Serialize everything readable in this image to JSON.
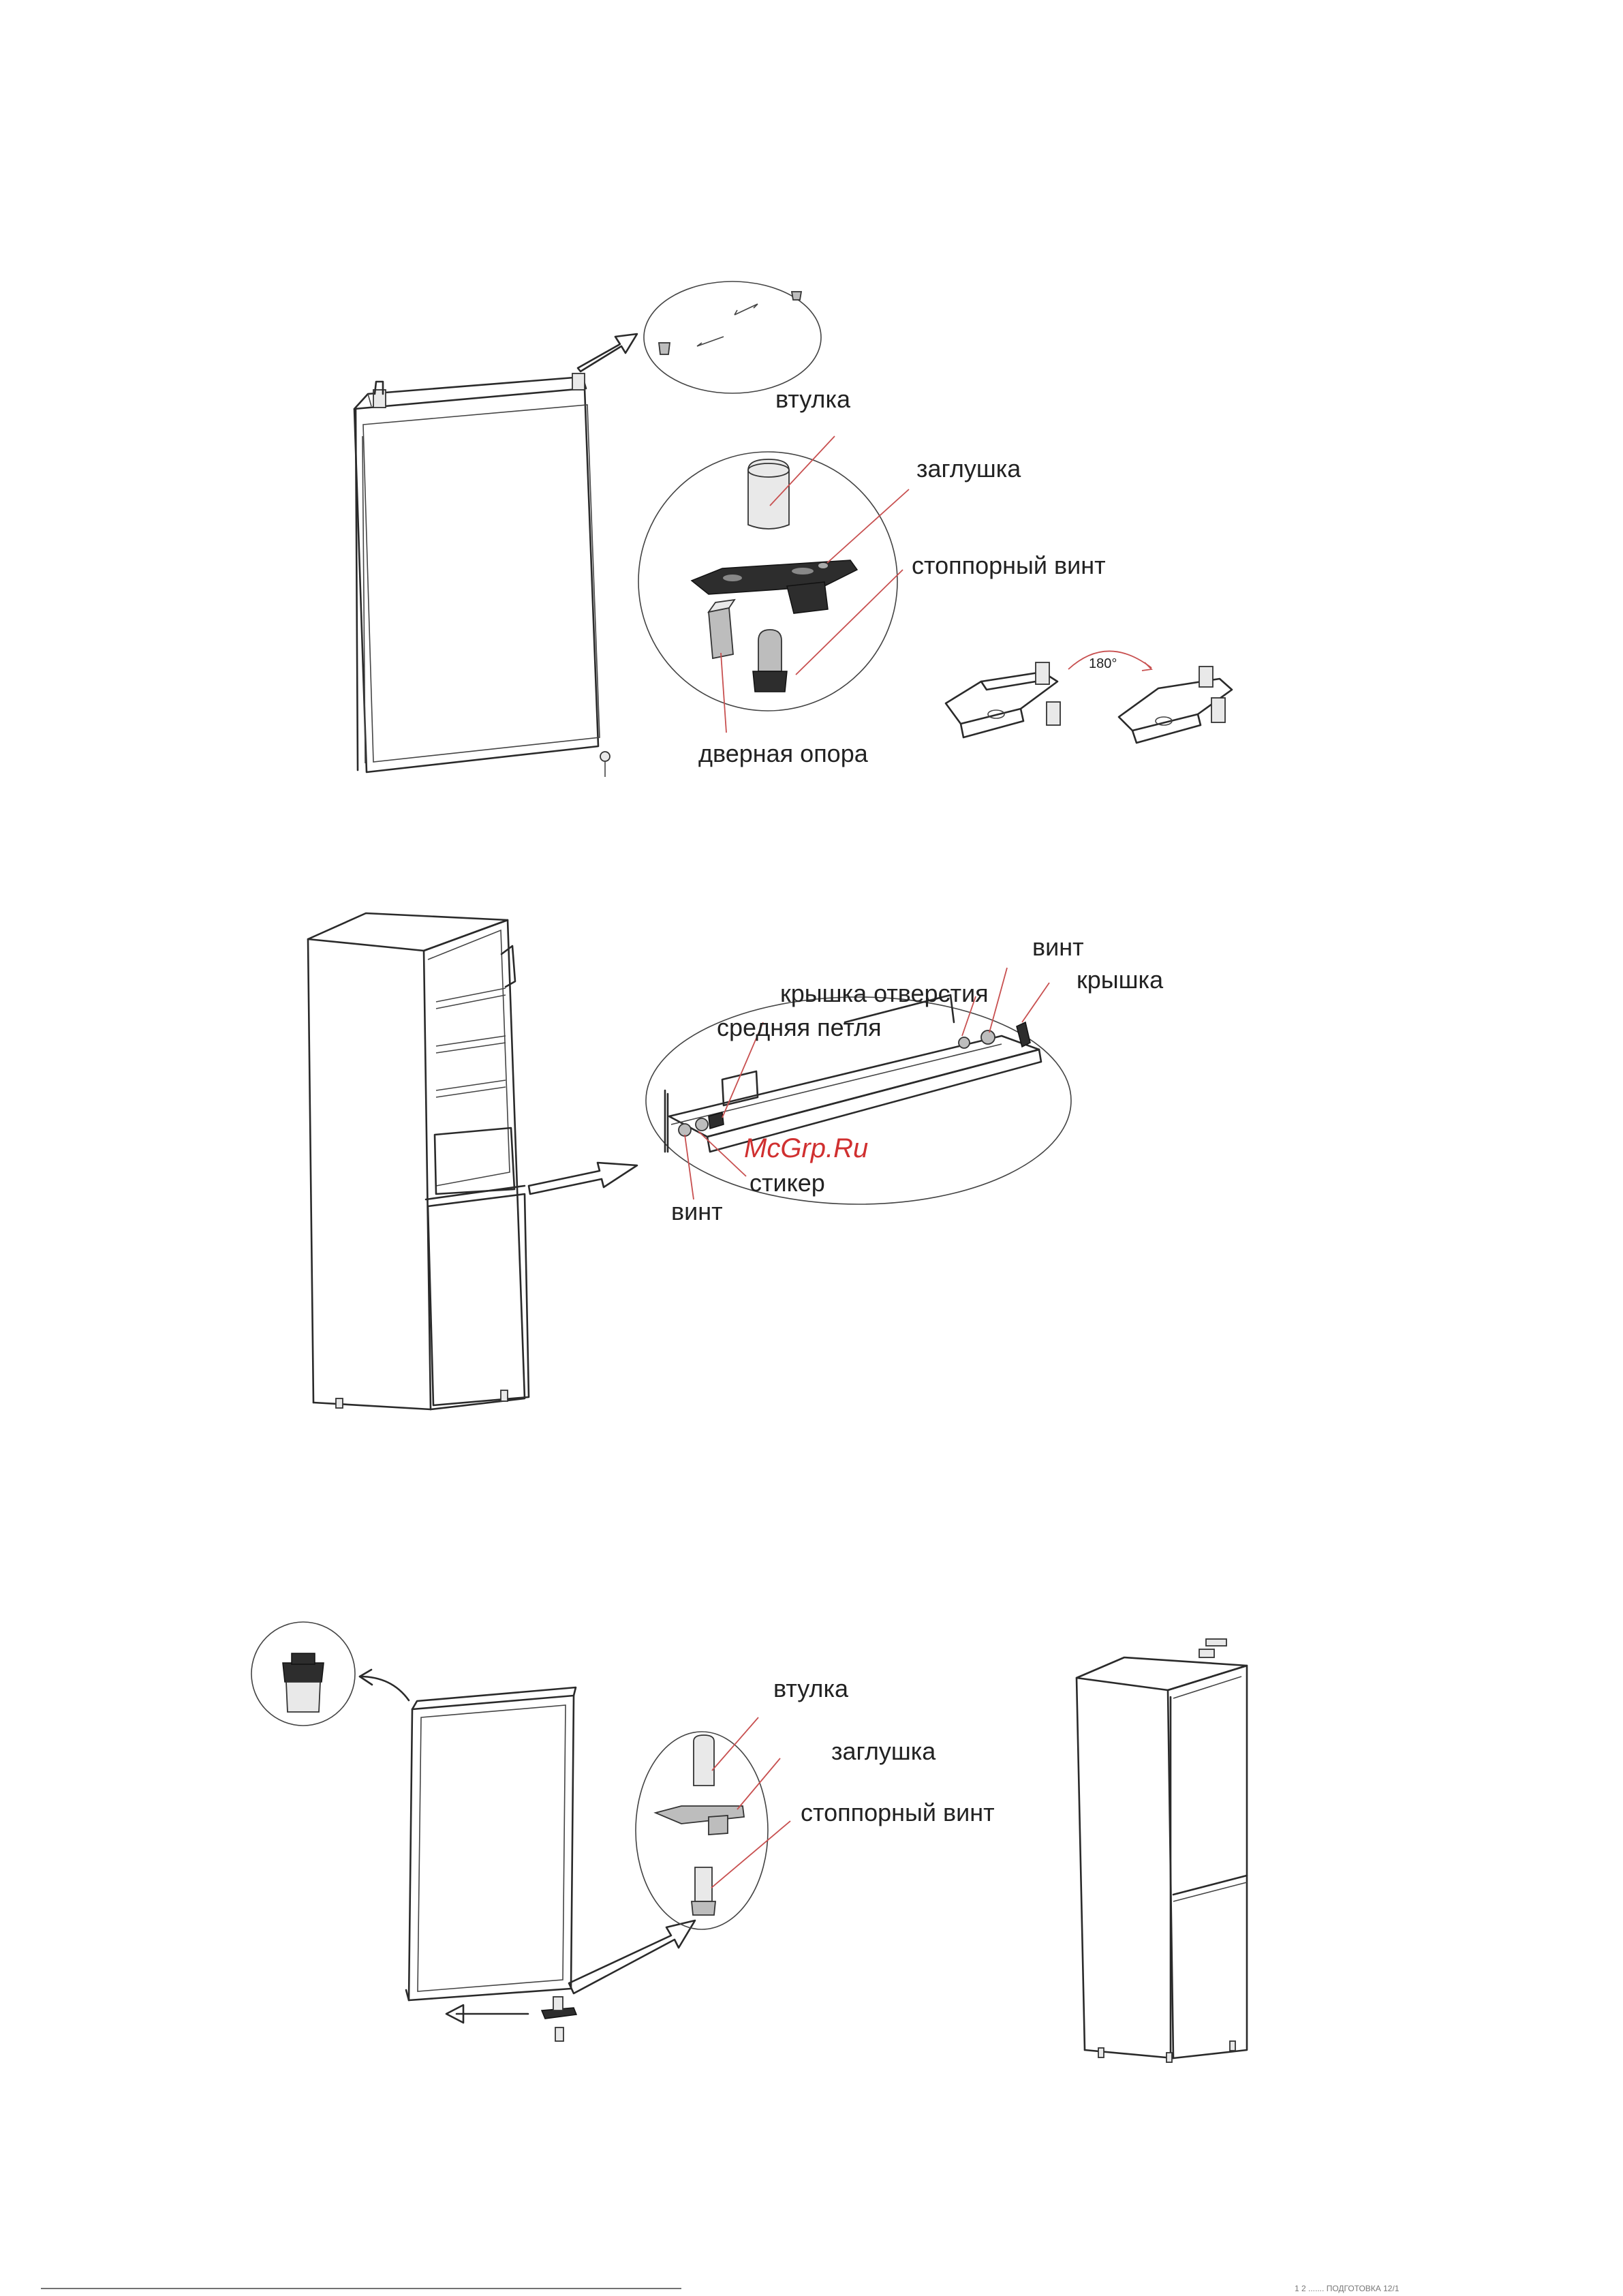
{
  "colors": {
    "ink": "#2a2a2a",
    "leader": "#c85050",
    "watermark": "#d03030"
  },
  "figure1": {
    "labels": {
      "bushing": "втулка",
      "plug": "заглушка",
      "stop_screw": "стоппорный винт",
      "door_support": "дверная опора",
      "rotation": "180°"
    }
  },
  "figure2": {
    "labels": {
      "screw_top": "винт",
      "cover": "крышка",
      "hole_cover": "крышка отверстия",
      "middle_hinge": "средняя петля",
      "sticker": "стикер",
      "screw_bottom": "винт"
    },
    "watermark": "McGrp.Ru"
  },
  "figure3": {
    "labels": {
      "bushing": "втулка",
      "plug": "заглушка",
      "stop_screw": "стоппорный винт"
    }
  },
  "footer": {
    "text": "1  2 ....... ПОДГОТОВКА  12/1"
  }
}
